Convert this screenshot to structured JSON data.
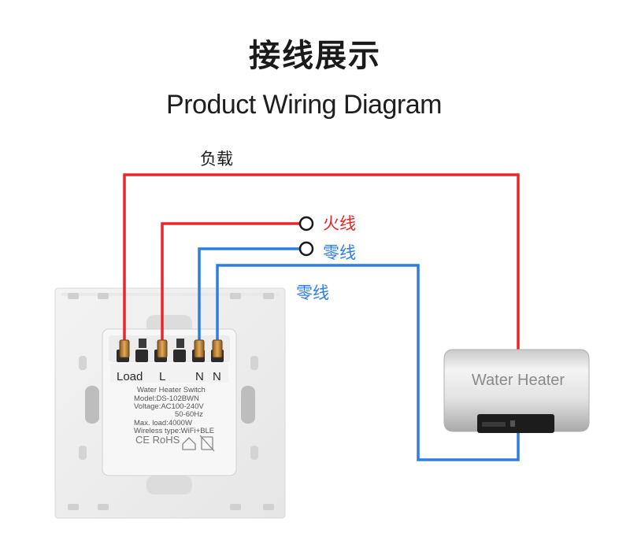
{
  "title_cn": "接线展示",
  "title_en": "Product Wiring Diagram",
  "labels": {
    "load_cn": "负载",
    "live_cn": "火线",
    "neutral_cn": "零线",
    "neutral_cn_2": "零线"
  },
  "terminals": [
    "Load",
    "L",
    "N",
    "N"
  ],
  "specs": {
    "line1": "Water Heater Switch",
    "line2": "Model:DS-102BWN",
    "line3": "Voltage:AC100-240V",
    "line4": "50-60Hz",
    "line5": "Max. load:4000W",
    "line6": "Wireless type:WiFi+BLE"
  },
  "certification": "CE RoHS",
  "heater_label": "Water Heater",
  "colors": {
    "live_wire": "#e8262b",
    "neutral_wire": "#2f7de1",
    "load_wire": "#e8262b"
  }
}
